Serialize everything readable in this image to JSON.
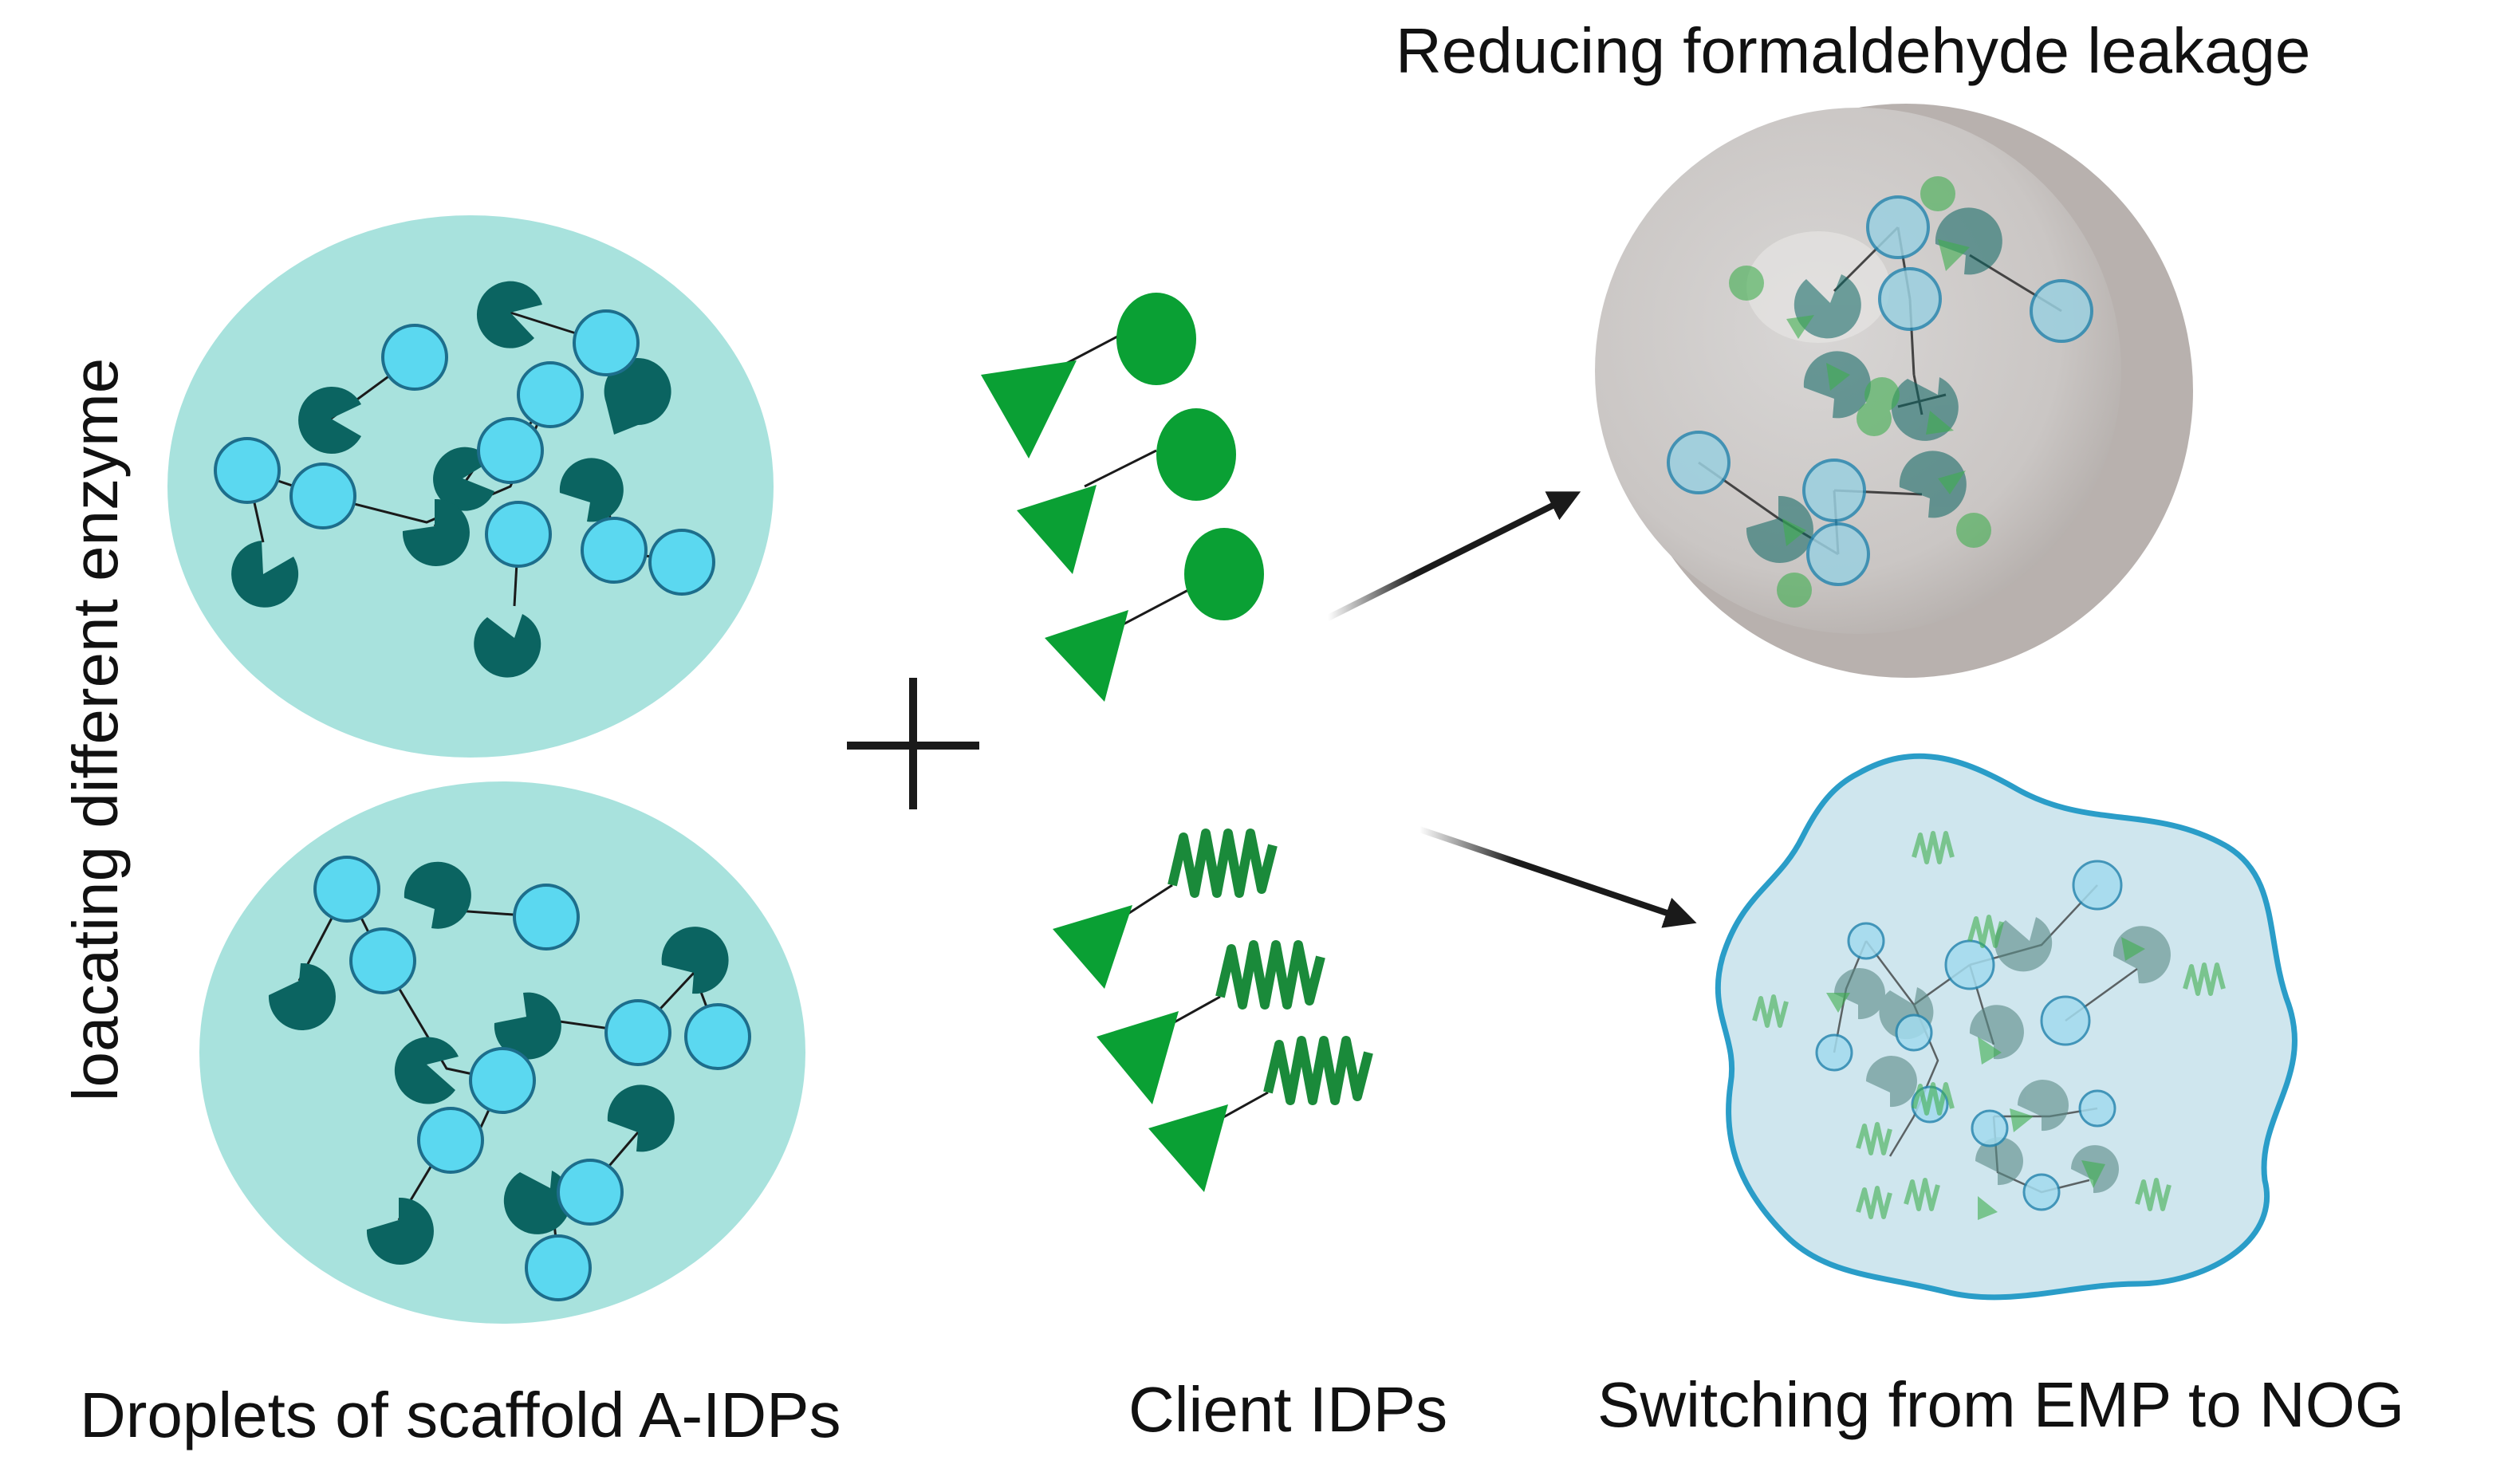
{
  "title_top": "Reducing formaldehyde leakage",
  "side_label": "loacating different enzyme",
  "bottom_labels": {
    "droplets": "Droplets of scaffold A-IDPs",
    "client": "Client IDPs",
    "switching": "Switching from EMP to NOG"
  },
  "symbols": {
    "plus": "plus-sign",
    "arrow": "arrow"
  },
  "colors": {
    "droplet_fill": "#a8e2dd",
    "scaffold_node": "#5bd8f0",
    "scaffold_node_stroke": "#1d6e8c",
    "enzyme": "#0b6461",
    "client_green": "#0aa034",
    "gray_droplet": "#bdb8b6",
    "blue_droplet_fill": "#cfe6ee",
    "blue_droplet_stroke": "#2a9dc8"
  }
}
